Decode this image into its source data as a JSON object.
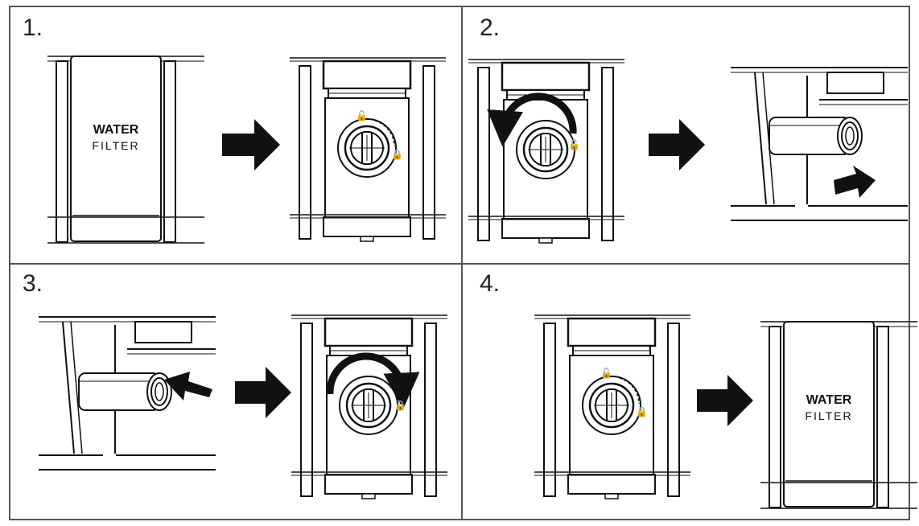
{
  "steps": [
    {
      "number": "1."
    },
    {
      "number": "2."
    },
    {
      "number": "3."
    },
    {
      "number": "4."
    }
  ],
  "filter_cover": {
    "line1": "WATER",
    "line2": "FILTER"
  },
  "colors": {
    "ink": "#1a1a1a",
    "paper": "#ffffff",
    "border": "#555555"
  }
}
